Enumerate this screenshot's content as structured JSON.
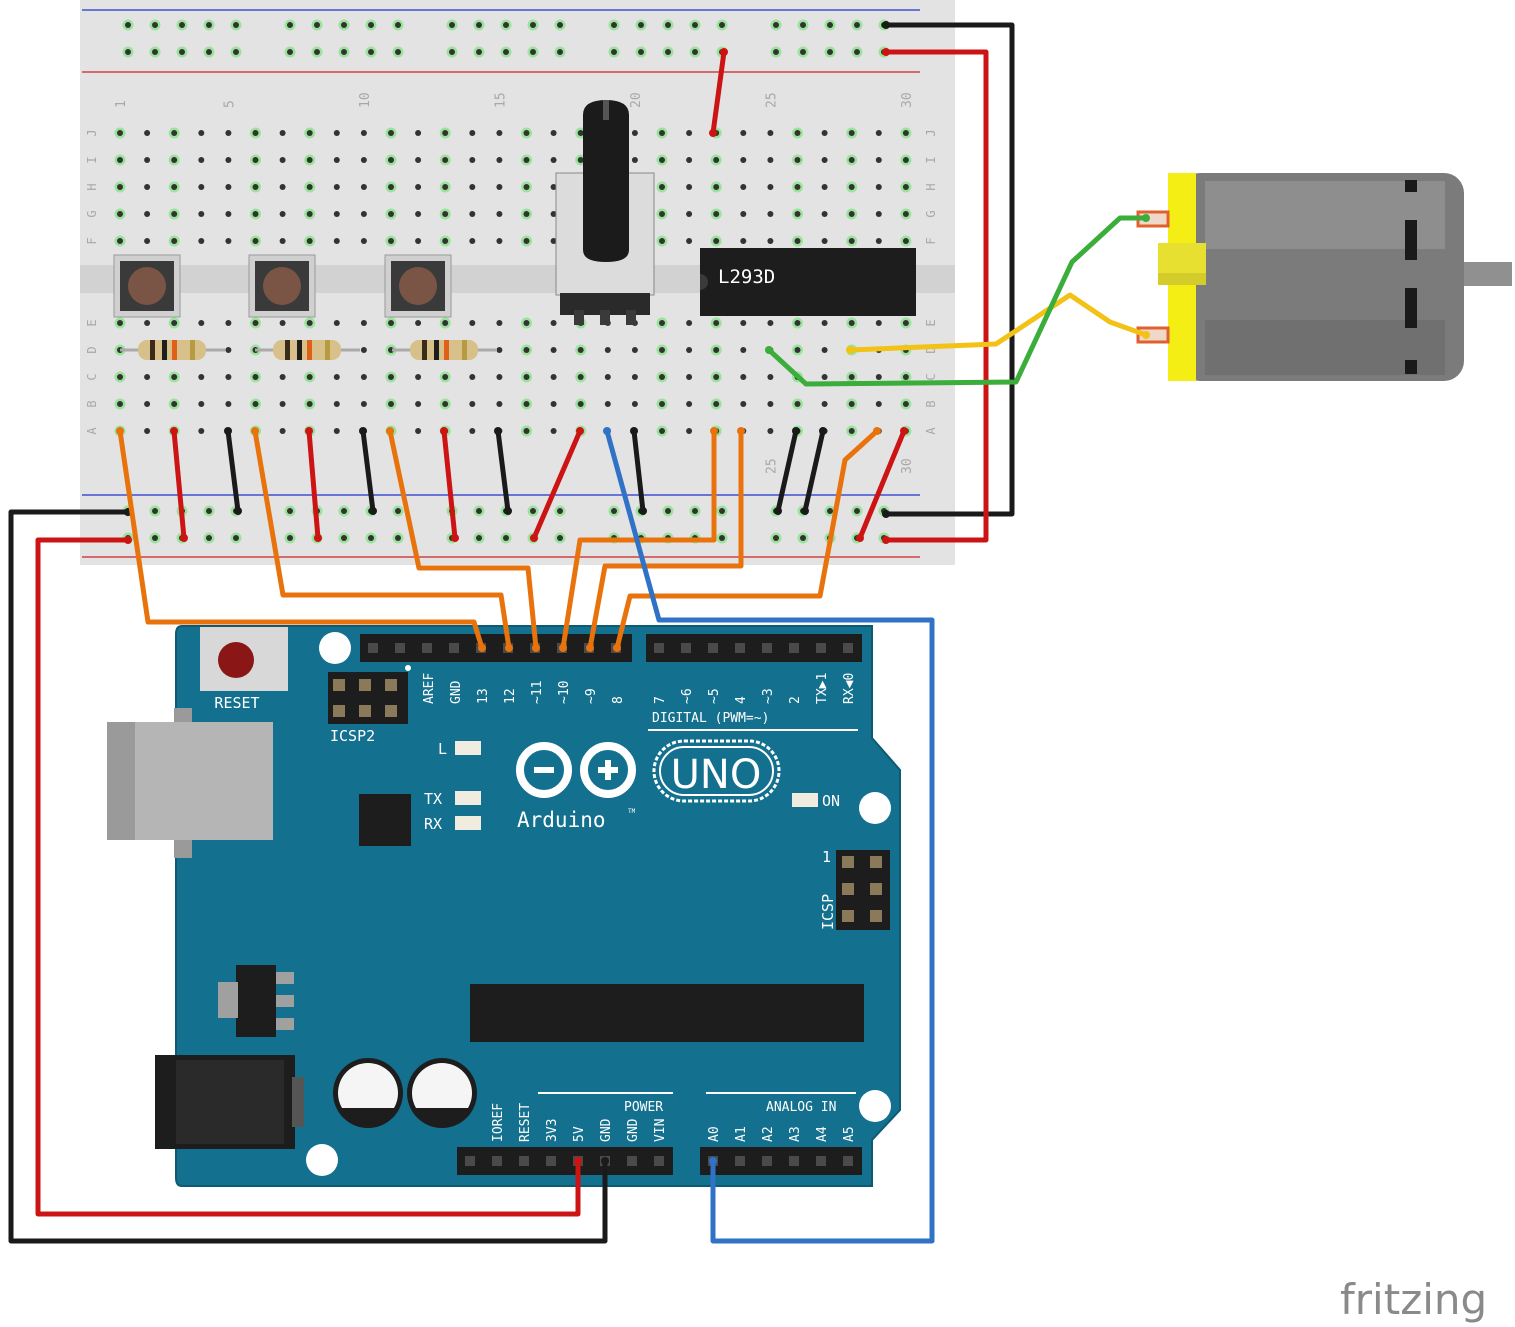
{
  "breadboard": {
    "column_numbers": [
      "1",
      "5",
      "10",
      "15",
      "20",
      "25",
      "30"
    ],
    "row_letters_top": [
      "J",
      "I",
      "H",
      "G",
      "F"
    ],
    "row_letters_bottom": [
      "E",
      "D",
      "C",
      "B",
      "A"
    ]
  },
  "ic": {
    "label": "L293D"
  },
  "arduino": {
    "reset_label": "RESET",
    "icsp2_label": "ICSP2",
    "icsp_label": "ICSP",
    "icsp_pin1": "1",
    "digital_title": "DIGITAL (PWM=~)",
    "digital_pins": [
      "AREF",
      "GND",
      "13",
      "12",
      "~11",
      "~10",
      "~9",
      "8",
      "7",
      "~6",
      "~5",
      "4",
      "~3",
      "2",
      "TX▶1",
      "RX◀0"
    ],
    "led_l": "L",
    "led_tx": "TX",
    "led_rx": "RX",
    "led_on": "ON",
    "brand": "Arduino",
    "trademark": "TM",
    "model": "UNO",
    "power_title": "POWER",
    "power_pins": [
      "IOREF",
      "RESET",
      "3V3",
      "5V",
      "GND",
      "GND",
      "VIN"
    ],
    "analog_title": "ANALOG IN",
    "analog_pins": [
      "A0",
      "A1",
      "A2",
      "A3",
      "A4",
      "A5"
    ]
  },
  "watermark": "fritzing",
  "colors": {
    "board": "#13708e",
    "breadboard": "#e6e6e6",
    "wire_red": "#cc1414",
    "wire_black": "#1a1a1a",
    "wire_orange": "#e8730c",
    "wire_blue": "#2f72c6",
    "wire_green": "#3aad3a",
    "wire_yellow": "#f2c316",
    "motor_cap": "#f4ee14"
  }
}
